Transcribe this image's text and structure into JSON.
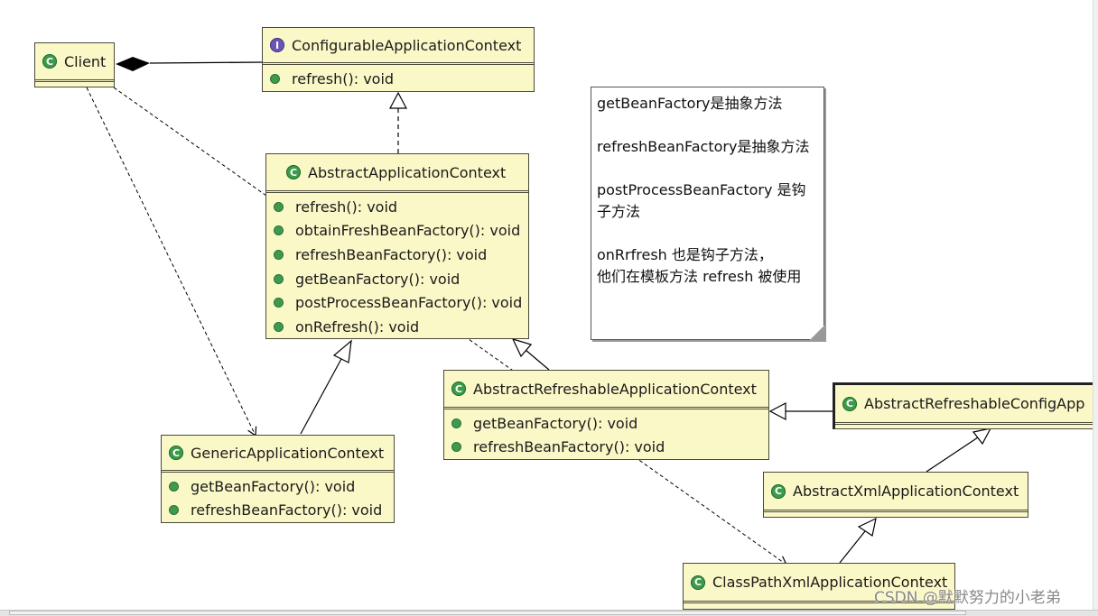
{
  "classes": [
    {
      "id": "client",
      "name": "Client",
      "kind": "class",
      "methods": []
    },
    {
      "id": "configurable",
      "name": "ConfigurableApplicationContext",
      "kind": "interface",
      "methods": [
        "refresh(): void"
      ]
    },
    {
      "id": "abstract_ac",
      "name": "AbstractApplicationContext",
      "kind": "class",
      "methods": [
        "refresh(): void",
        "obtainFreshBeanFactory(): void",
        "refreshBeanFactory(): void",
        "getBeanFactory(): void",
        "postProcessBeanFactory(): void",
        "onRefresh(): void"
      ]
    },
    {
      "id": "refreshable",
      "name": "AbstractRefreshableApplicationContext",
      "kind": "class",
      "methods": [
        "getBeanFactory(): void",
        "refreshBeanFactory(): void"
      ]
    },
    {
      "id": "generic",
      "name": "GenericApplicationContext",
      "kind": "class",
      "methods": [
        "getBeanFactory(): void",
        "refreshBeanFactory(): void"
      ]
    },
    {
      "id": "refreshable_config",
      "name": "AbstractRefreshableConfigApp",
      "kind": "class",
      "methods": []
    },
    {
      "id": "xml",
      "name": "AbstractXmlApplicationContext",
      "kind": "class",
      "methods": []
    },
    {
      "id": "classpath",
      "name": "ClassPathXmlApplicationContext",
      "kind": "class",
      "methods": []
    }
  ],
  "note": {
    "lines": [
      "getBeanFactory是抽象方法",
      "refreshBeanFactory是抽象方法",
      "postProcessBeanFactory 是钩\n子方法",
      "onRrfresh 也是钩子方法，\n他们在模板方法 refresh 被使用"
    ]
  },
  "watermark": "CSDN @默默努力的小老弟",
  "colors": {
    "box_fill": "#fbf8c8",
    "class_icon": "#3d9a4b",
    "interface_icon": "#6a55b0",
    "line": "#000000"
  }
}
